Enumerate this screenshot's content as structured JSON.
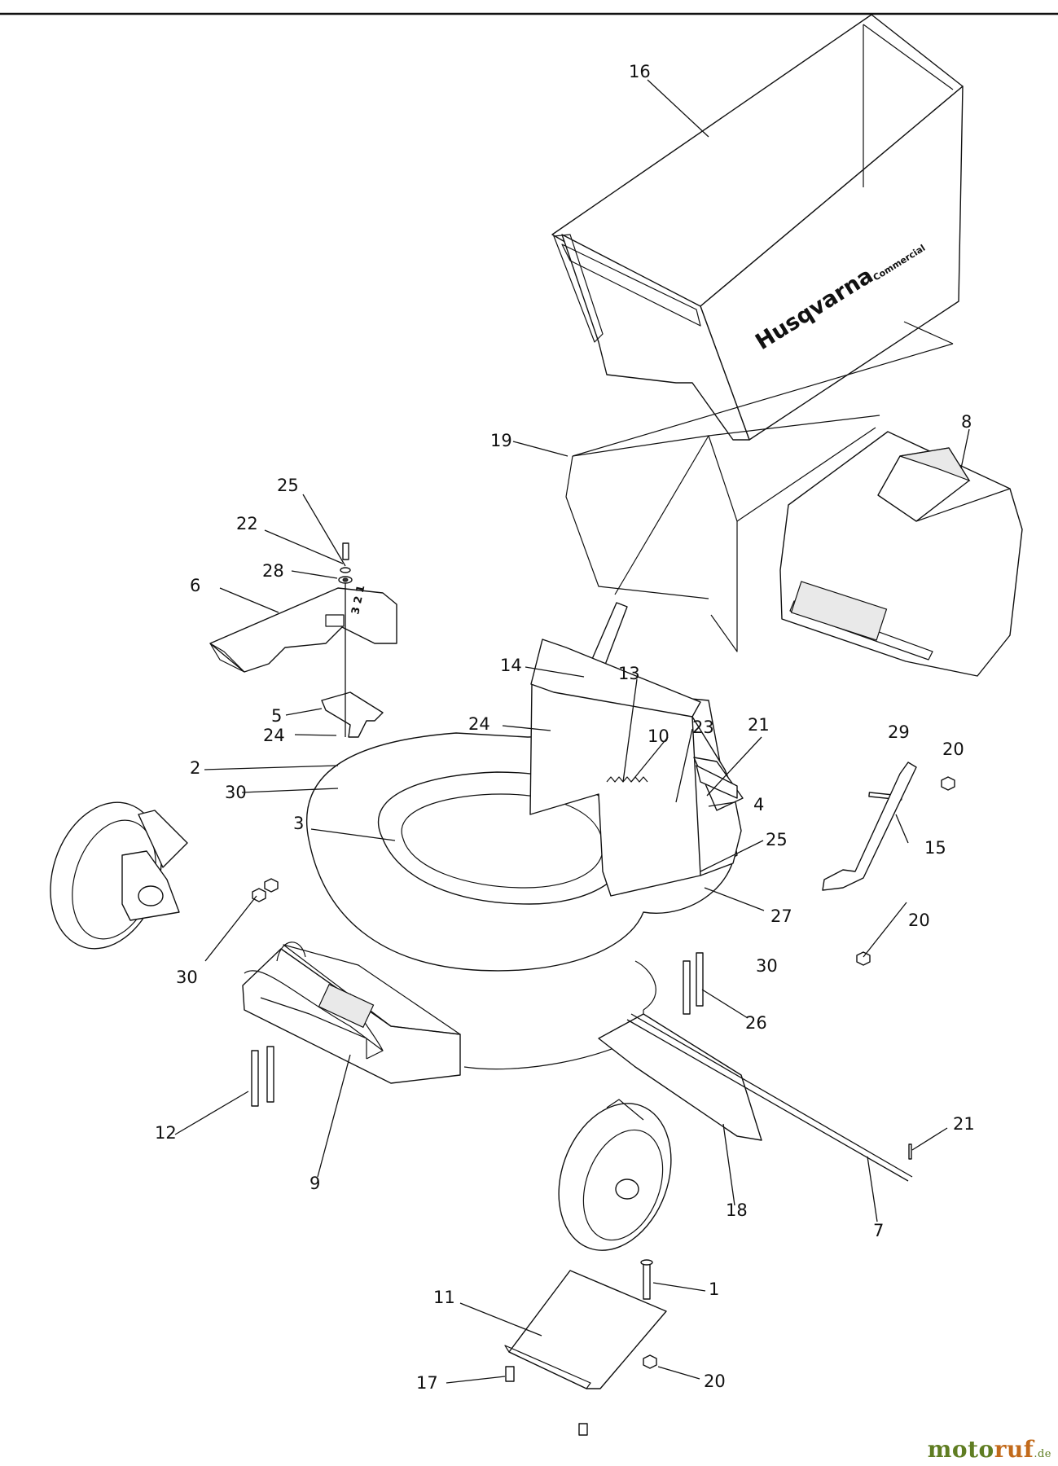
{
  "labels": {
    "p1": "1",
    "p2": "2",
    "p3": "3",
    "p4": "4",
    "p5": "5",
    "p6": "6",
    "p7": "7",
    "p8": "8",
    "p9": "9",
    "p10": "10",
    "p11": "11",
    "p12": "12",
    "p13": "13",
    "p14": "14",
    "p15": "15",
    "p16": "16",
    "p17": "17",
    "p18": "18",
    "p19": "19",
    "p20a": "20",
    "p20b": "20",
    "p20c": "20",
    "p21a": "21",
    "p21b": "21",
    "p22": "22",
    "p23": "23",
    "p24a": "24",
    "p24b": "24",
    "p25a": "25",
    "p25b": "25",
    "p26": "26",
    "p27": "27",
    "p28": "28",
    "p29": "29",
    "p30a": "30",
    "p30b": "30",
    "p30c": "30"
  },
  "bag_brand": "Husqvarna",
  "bag_sub": "Commercial",
  "deflector_marks": "3 2 1",
  "watermark": {
    "part1": "moto",
    "part2": "ruf",
    "part3": ".de"
  }
}
